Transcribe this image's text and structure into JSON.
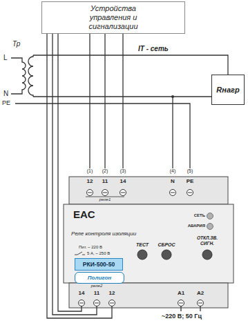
{
  "diagram": {
    "nodes": [
      {
        "text": [
          "Устройства управления и сигнализации"
        ]
      },
      {
        "text": [
          "Rнагр"
        ]
      },
      {
        "text": [
          "(1)",
          "(2)",
          "(3)",
          "(4)",
          "(5)",
          "12",
          "11",
          "14",
          "N",
          "PE",
          "реле1"
        ]
      },
      {
        "text": [
          "Реле контроля изоляции"
        ]
      },
      {
        "text": [
          "РКИ-500-50"
        ],
        "in": 3
      },
      {
        "text": [
          "Полигон"
        ],
        "in": 3
      },
      {
        "text": [
          "реле2",
          "14",
          "11",
          "12",
          "A1",
          "A2"
        ]
      }
    ],
    "edges": [
      {
        "from": 0,
        "to": 2,
        "arrow": "none"
      },
      {
        "from": 0,
        "to": 2,
        "arrow": "none"
      },
      {
        "from": 0,
        "to": 2,
        "arrow": "none"
      },
      {
        "from": 0,
        "to": 6,
        "arrow": "none"
      },
      {
        "from": 0,
        "to": 6,
        "arrow": "none"
      },
      {
        "from": 0,
        "to": 6,
        "arrow": "none"
      }
    ],
    "labels": [
      "Тр",
      "L",
      "N",
      "PE",
      "IT - сеть",
      "EAC",
      "СЕТЬ",
      "АВАРИЯ",
      "Пит. ~ 220 В",
      "5 А, ~ 250 В",
      "ТЕСТ",
      "СБРОС",
      "ОТКЛ.ЗВ. СИГН.",
      "~220 В; 50 Гц"
    ]
  }
}
